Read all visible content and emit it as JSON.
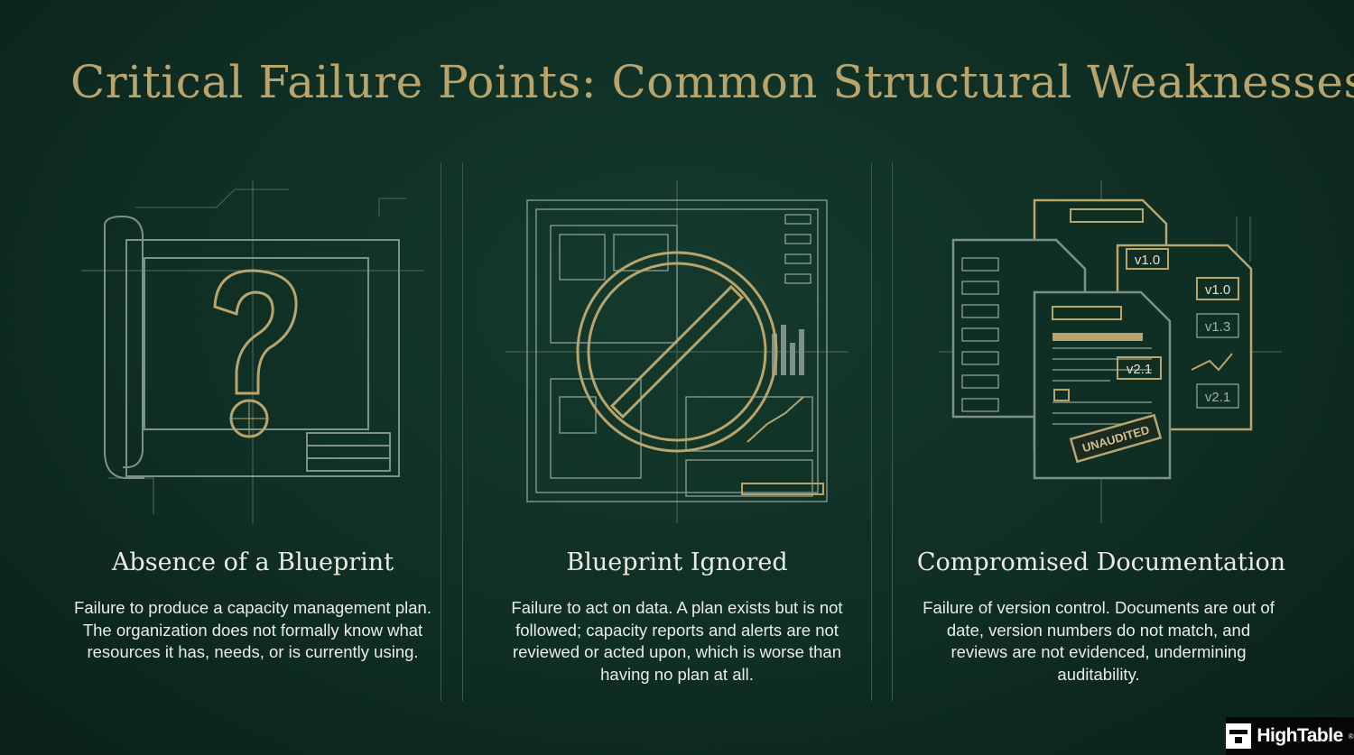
{
  "title": "Critical Failure Points: Common Structural Weaknesses",
  "columns": [
    {
      "heading": "Absence of a Blueprint",
      "body": "Failure to produce a capacity management plan. The organization does not formally know what resources it has, needs, or is currently using.",
      "icon": "question-mark-blueprint-icon"
    },
    {
      "heading": "Blueprint Ignored",
      "body": "Failure to act on data. A plan exists but is not followed; capacity reports and alerts are not reviewed or acted upon, which is worse than having no plan at all.",
      "icon": "prohibited-blueprint-icon"
    },
    {
      "heading": "Compromised Documentation",
      "body": "Failure of version control. Documents are out of date, version numbers do not match, and reviews are not evidenced, undermining auditability.",
      "icon": "document-stack-icon",
      "labels": {
        "v1": "v1.0",
        "v2": "v1.0",
        "v3": "v1.3",
        "v4": "v2.1",
        "v5": "v2.1",
        "stamp": "UNAUDITED"
      }
    }
  ],
  "logo": {
    "text": "HighTable",
    "mark": "®"
  },
  "colors": {
    "gold": "#b9a46c",
    "line": "#7d918a",
    "background": "#0f2e24"
  }
}
